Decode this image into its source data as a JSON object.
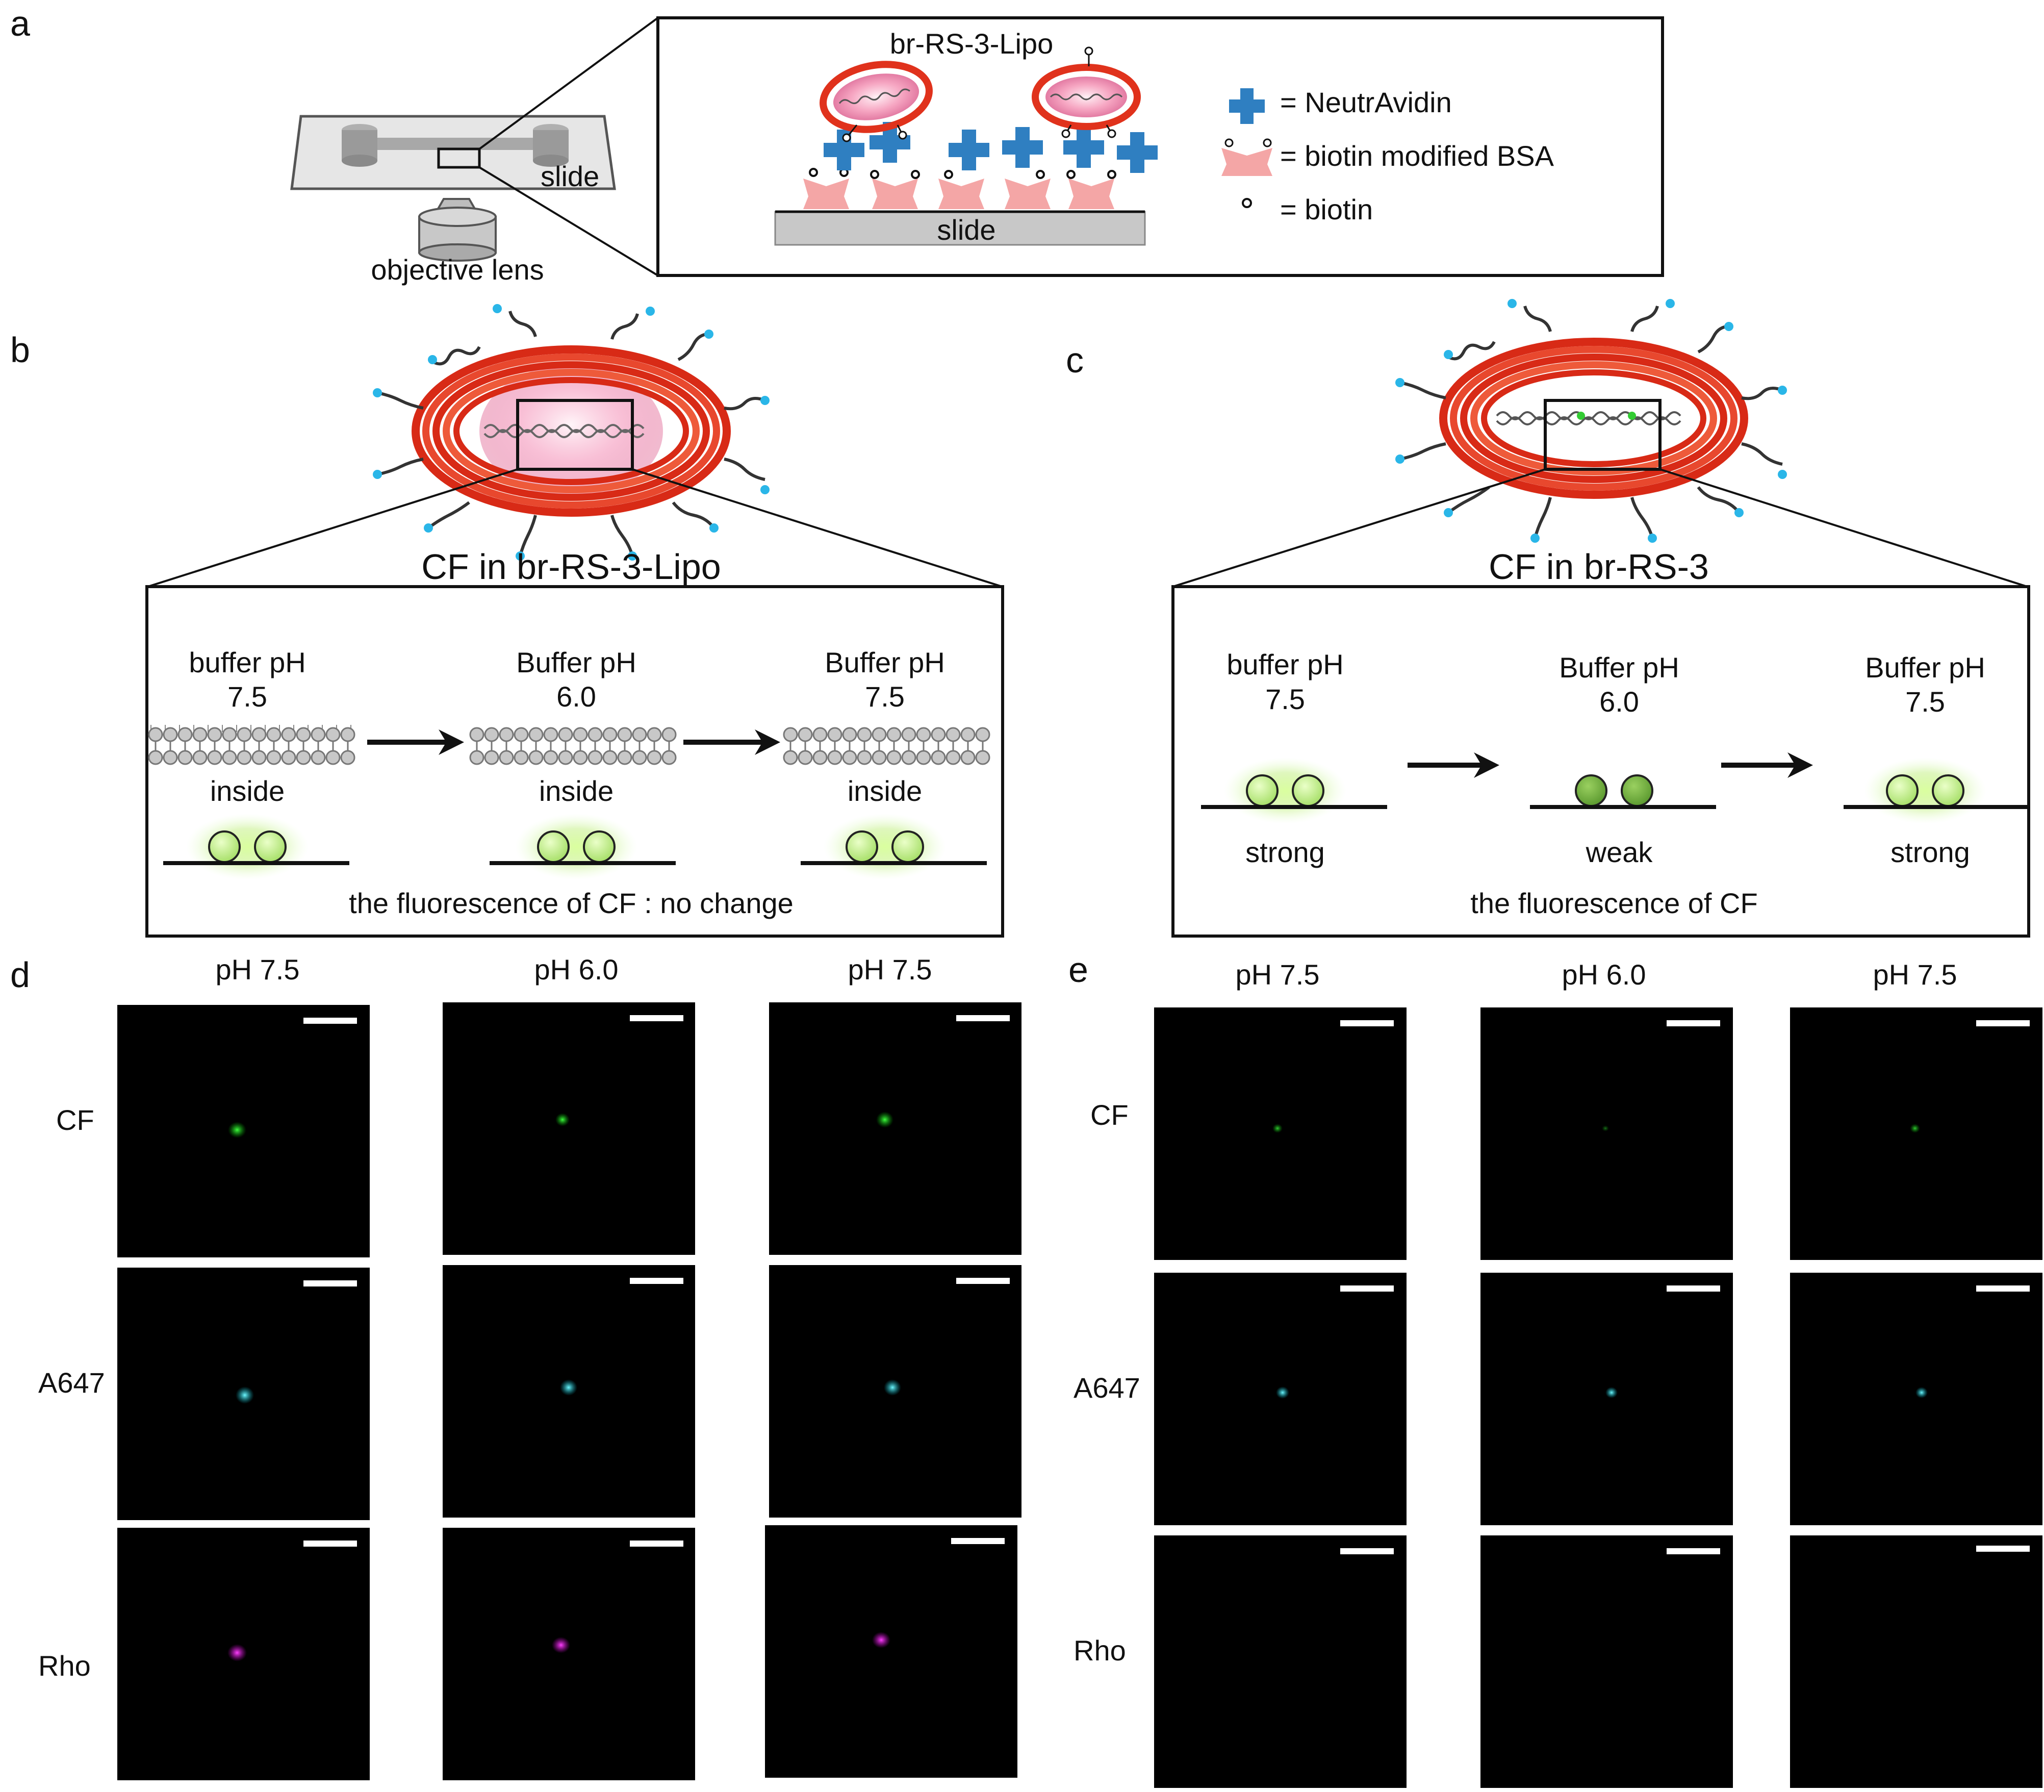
{
  "panel_letters": {
    "a": "a",
    "b": "b",
    "c": "c",
    "d": "d",
    "e": "e"
  },
  "panel_a": {
    "slide_label": "slide",
    "objective_label": "objective lens",
    "liposome_label": "br-RS-3-Lipo",
    "surface_label": "slide",
    "legend": {
      "neutravidin": "= NeutrAvidin",
      "bsa": "= biotin modified BSA",
      "biotin": "= biotin"
    }
  },
  "panel_b": {
    "title": "CF in br-RS-3-Lipo",
    "steps": [
      {
        "buffer": "buffer pH",
        "ph": "7.5",
        "inside": "inside"
      },
      {
        "buffer": "Buffer pH",
        "ph": "6.0",
        "inside": "inside"
      },
      {
        "buffer": "Buffer pH",
        "ph": "7.5",
        "inside": "inside"
      }
    ],
    "caption": "the fluorescence of CF : no change"
  },
  "panel_c": {
    "title": "CF in br-RS-3",
    "steps": [
      {
        "buffer": "buffer pH",
        "ph": "7.5",
        "state": "strong"
      },
      {
        "buffer": "Buffer pH",
        "ph": "6.0",
        "state": "weak"
      },
      {
        "buffer": "Buffer pH",
        "ph": "7.5",
        "state": "strong"
      }
    ],
    "caption": "the fluorescence of CF"
  },
  "panel_d": {
    "columns": [
      "pH 7.5",
      "pH 6.0",
      "pH 7.5"
    ],
    "rows": [
      "CF",
      "A647",
      "Rho"
    ]
  },
  "panel_e": {
    "columns": [
      "pH 7.5",
      "pH 6.0",
      "pH 7.5"
    ],
    "rows": [
      "CF",
      "A647",
      "Rho"
    ]
  },
  "colors": {
    "ring_red": "#e0321c",
    "liposome_pink": "#f29ab6",
    "neutravidin_blue": "#2f7fc1",
    "bsa_pink": "#f4a6a6",
    "cf_green": "#00e000",
    "a647_cyan": "#00e5f0",
    "rho_magenta": "#ff00ff",
    "dye_light_green": "#b8ec8a",
    "dye_dark_green": "#6fb23c"
  }
}
